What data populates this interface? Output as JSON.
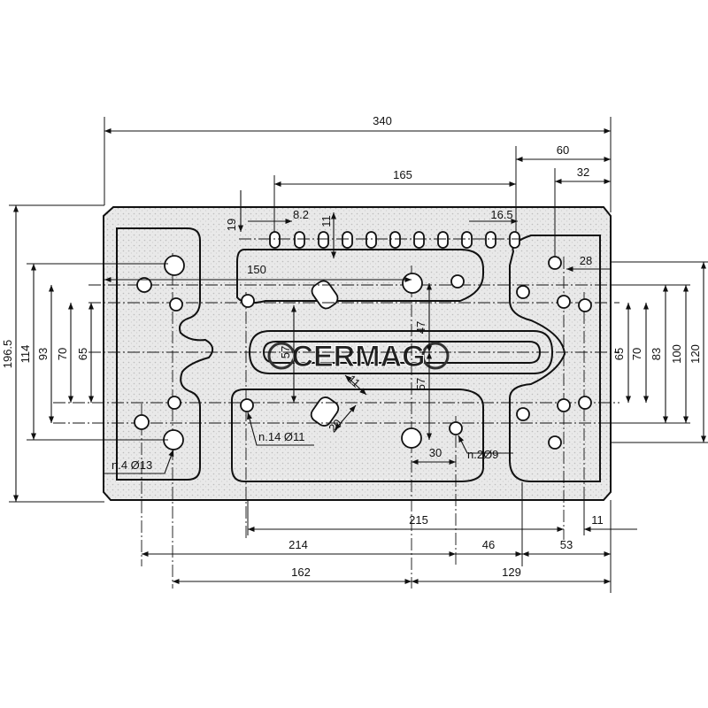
{
  "watermark": {
    "text": "CERMAG"
  },
  "dimensions": {
    "overall_width": "340",
    "right_60": "60",
    "right_32": "32",
    "slots_span": "165",
    "pitch_8_2": "8.2",
    "slot_h_11": "11",
    "slot_16_5": "16.5",
    "edge_19": "19",
    "hole_150": "150",
    "right_28": "28",
    "height_196_5": "196.5",
    "h114": "114",
    "h93": "93",
    "h70_left": "70",
    "h65_left": "65",
    "h57_left": "57",
    "h47": "47",
    "h57_center": "57",
    "h65_right": "65",
    "h70_right": "70",
    "h83": "83",
    "h100": "100",
    "h120": "120",
    "w215": "215",
    "w11_bottom": "11",
    "w214": "214",
    "w46": "46",
    "w53": "53",
    "w162": "162",
    "w129": "129",
    "w30": "30",
    "slot_w_11": "11",
    "slot_l_20": "20",
    "note_n4": "n.4 Ø13",
    "note_n14": "n.14 Ø11",
    "note_n2": "n.2Ø9"
  }
}
